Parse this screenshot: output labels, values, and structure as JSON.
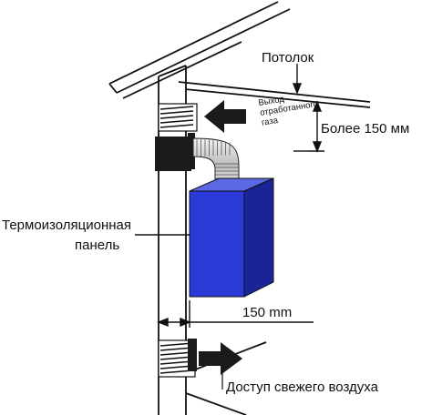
{
  "diagram": {
    "labels": {
      "ceiling": "Потолок",
      "exhaust_line1": "Выход",
      "exhaust_line2": "отработанного",
      "exhaust_line3": "газа",
      "clearance_top": "Более 150 мм",
      "insulation_line1": "Термоизоляционная",
      "insulation_line2": "панель",
      "clearance_side": "150 mm",
      "fresh_air": "Доступ свежего воздуха"
    },
    "colors": {
      "heater_front": "#2a3ad6",
      "heater_side": "#1a2496",
      "heater_top": "#5a68e6",
      "line": "#111111",
      "collar": "#1a1a1a"
    }
  }
}
